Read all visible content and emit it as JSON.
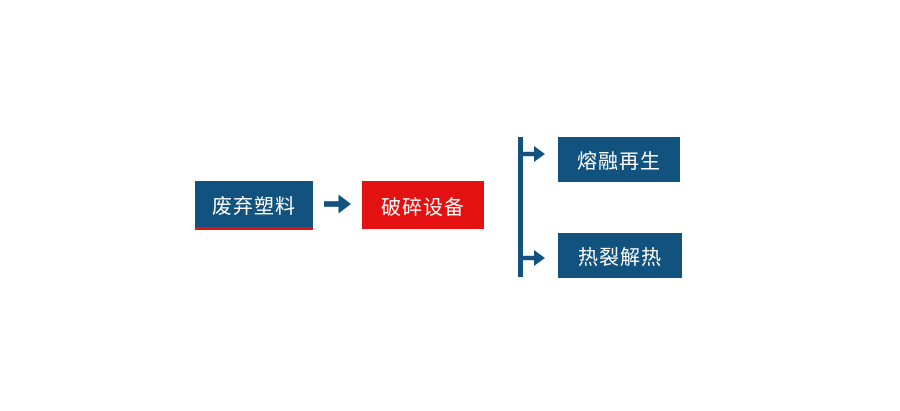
{
  "flowchart": {
    "background_color": "#ffffff",
    "colors": {
      "primary_blue": "#11537E",
      "accent_red": "#E31112",
      "label_text": "#FFFFFF"
    },
    "nodes": {
      "source": {
        "label": "废弃塑料",
        "fill": "#11537E",
        "underline": "#E31112"
      },
      "process": {
        "label": "破碎设备",
        "fill": "#E31112"
      },
      "output_top": {
        "label": "熔融再生",
        "fill": "#11537E"
      },
      "output_bottom": {
        "label": "热裂解热",
        "fill": "#11537E"
      }
    },
    "connectors": {
      "main_arrow": "right-arrow",
      "branch_line": "vertical-line",
      "branch_top_arrow": "right-arrow",
      "branch_bottom_arrow": "right-arrow"
    }
  }
}
